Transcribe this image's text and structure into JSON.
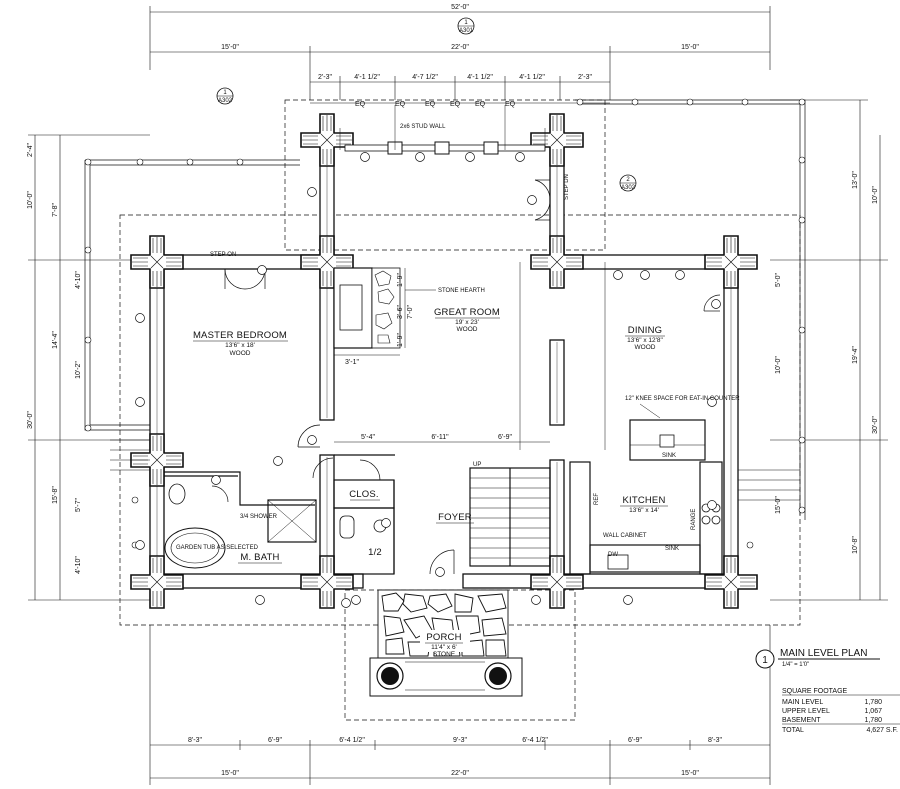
{
  "overall": {
    "width_dim": "52'-0\"",
    "top_dims": [
      "15'-0\"",
      "22'-0\"",
      "15'-0\""
    ],
    "bottom_dims": [
      "15'-0\"",
      "22'-0\"",
      "15'-0\""
    ],
    "top_sub_dims": [
      "2'-3\"",
      "4'-1 1/2\"",
      "4'-7 1/2\"",
      "4'-1 1/2\"",
      "4'-1 1/2\"",
      "2'-3\""
    ],
    "eq": "EQ",
    "bottom_sub_dims": [
      "8'-3\"",
      "6'-9\"",
      "6'-4 1/2\"",
      "9'-3\"",
      "6'-4 1/2\"",
      "6'-9\"",
      "8'-3\""
    ],
    "left_dims": [
      "2'-4\"",
      "10'-0\"",
      "7'-8\"",
      "4'-10\"",
      "14'-4\"",
      "10'-2\"",
      "30'-0\"",
      "15'-8\"",
      "5'-7\"",
      "4'-10\""
    ],
    "right_dims": [
      "13'-0\"",
      "10'-0\"",
      "5'-0\"",
      "19'-4\"",
      "10'-0\"",
      "30'-0\"",
      "15'-0\"",
      "10'-8\""
    ]
  },
  "section_markers": [
    {
      "num": "1",
      "sheet": "A301"
    },
    {
      "num": "1",
      "sheet": "A302"
    },
    {
      "num": "2",
      "sheet": "A302"
    }
  ],
  "rooms": {
    "master": {
      "name": "MASTER BEDROOM",
      "size": "13'6\" x 18'",
      "floor": "WOOD"
    },
    "great": {
      "name": "GREAT ROOM",
      "size": "19' x 23'",
      "floor": "WOOD"
    },
    "dining": {
      "name": "DINING",
      "size": "13'6\" x 12'8\"",
      "floor": "WOOD"
    },
    "kitchen": {
      "name": "KITCHEN",
      "size": "13'6\" x 14'"
    },
    "mbath": {
      "name": "M. BATH"
    },
    "clos": {
      "name": "CLOS."
    },
    "half": {
      "name": "1/2"
    },
    "foyer": {
      "name": "FOYER"
    },
    "porch": {
      "name": "PORCH",
      "size": "11'4\" x 6'",
      "floor": "STONE"
    }
  },
  "notes": {
    "stud_wall": "2x6 STUD WALL",
    "stone_hearth": "STONE HEARTH",
    "step_on_left": "STEP ON",
    "step_dn": "STEP DN",
    "knee_space": "12\" KNEE SPACE FOR EAT-IN COUNTER",
    "sink": "SINK",
    "ref": "REF",
    "range": "RANGE",
    "wall_cabinet": "WALL CABINET",
    "dw": "DW",
    "shower": "3/4 SHOWER",
    "garden_tub": "GARDEN TUB AS SELECTED",
    "up": "UP",
    "great_dims": [
      "5'-4\"",
      "6'-11\"",
      "6'-9\"",
      "3'-1\"",
      "7'-0\"",
      "1'-9\"",
      "3'-6\"",
      "1'-9\""
    ]
  },
  "title_block": {
    "number": "1",
    "title": "MAIN LEVEL PLAN",
    "scale": "1/4\" = 1'0\""
  },
  "square_footage": {
    "heading": "SQUARE FOOTAGE",
    "rows": [
      {
        "label": "MAIN LEVEL",
        "value": "1,780"
      },
      {
        "label": "UPPER LEVEL",
        "value": "1,067"
      },
      {
        "label": "BASEMENT",
        "value": "1,780"
      },
      {
        "label": "TOTAL",
        "value": "4,627 S.F."
      }
    ]
  }
}
